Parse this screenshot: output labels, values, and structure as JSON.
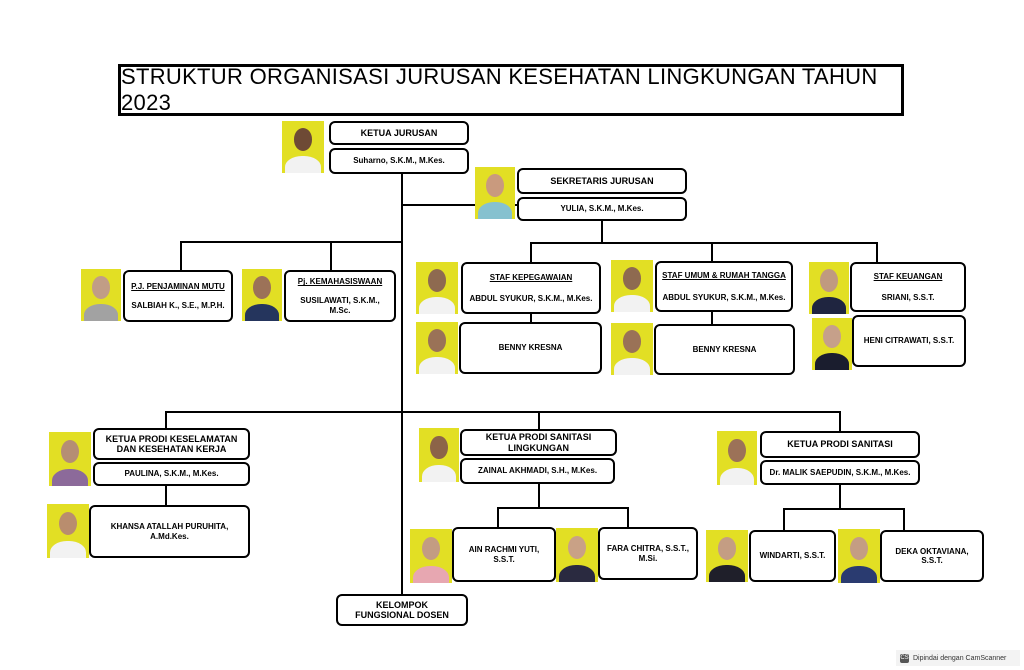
{
  "title": "STRUKTUR ORGANISASI JURUSAN KESEHATAN LINGKUNGAN TAHUN 2023",
  "ketua_jurusan": {
    "role": "KETUA JURUSAN",
    "name": "Suharno, S.K.M., M.Kes."
  },
  "sekretaris": {
    "role": "SEKRETARIS JURUSAN",
    "name": "YULIA, S.K.M., M.Kes."
  },
  "pj_mutu": {
    "role": "P.J. PENJAMINAN MUTU",
    "name": "SALBIAH K., S.E., M.P.H."
  },
  "pj_kemahasiswaan": {
    "role": "Pj. KEMAHASISWAAN",
    "name": "SUSILAWATI, S.K.M., M.Sc."
  },
  "staf_kepegawaian": {
    "role": "STAF KEPEGAWAIAN",
    "name": "ABDUL SYUKUR, S.K.M., M.Kes.",
    "name2": "BENNY KRESNA"
  },
  "staf_umum": {
    "role": "STAF UMUM & RUMAH TANGGA",
    "name": "ABDUL SYUKUR, S.K.M., M.Kes.",
    "name2": "BENNY KRESNA"
  },
  "staf_keuangan": {
    "role": "STAF KEUANGAN",
    "name": "SRIANI, S.S.T.",
    "name2": "HENI CITRAWATI, S.S.T."
  },
  "prodi_k3": {
    "role": "KETUA PRODI KESELAMATAN DAN KESEHATAN KERJA",
    "name": "PAULINA, S.K.M., M.Kes.",
    "staff": "KHANSA ATALLAH PURUHITA, A.Md.Kes."
  },
  "prodi_sanling": {
    "role": "KETUA PRODI SANITASI LINGKUNGAN",
    "name": "ZAINAL AKHMADI, S.H., M.Kes.",
    "staff1": "AIN RACHMI YUTI, S.S.T.",
    "staff2": "FARA CHITRA, S.S.T., M.Si."
  },
  "prodi_sanitasi": {
    "role": "KETUA PRODI SANITASI",
    "name": "Dr. MALIK SAEPUDIN, S.K.M., M.Kes.",
    "staff1": "WINDARTI, S.S.T.",
    "staff2": "DEKA OKTAVIANA, S.S.T."
  },
  "fungsional": "KELOMPOK FUNGSIONAL DOSEN",
  "watermark": "Dipindai dengan CamScanner",
  "colors": {
    "photo_bg": "#e2df24",
    "line": "#000000"
  }
}
